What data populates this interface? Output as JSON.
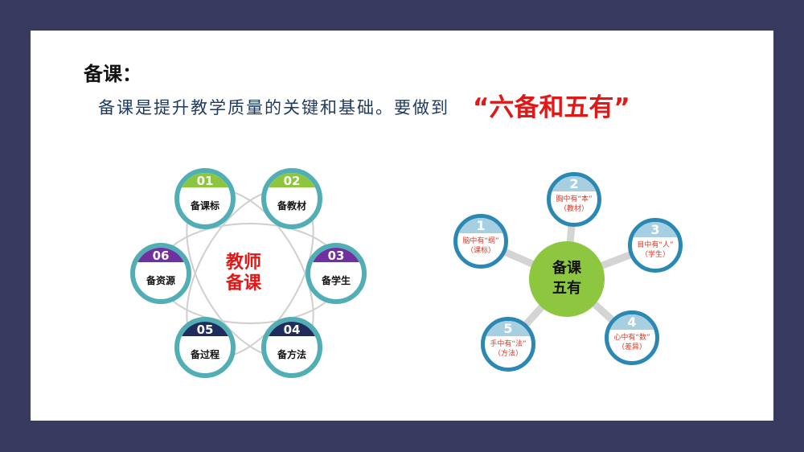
{
  "title": "备课：",
  "subtitle": "备课是提升教学质量的关键和基础。要做到",
  "highlight": "“六备和五有”",
  "left": {
    "center": [
      "教师",
      "备课"
    ],
    "items": [
      {
        "num": "01",
        "label": "备课标",
        "color": "#8cc63f"
      },
      {
        "num": "02",
        "label": "备教材",
        "color": "#8cc63f"
      },
      {
        "num": "03",
        "label": "备学生",
        "color": "#7030a0"
      },
      {
        "num": "04",
        "label": "备方法",
        "color": "#1f2d5e"
      },
      {
        "num": "05",
        "label": "备过程",
        "color": "#1f2d5e"
      },
      {
        "num": "06",
        "label": "备资源",
        "color": "#7030a0"
      }
    ]
  },
  "right": {
    "center": [
      "备课",
      "五有"
    ],
    "items": [
      {
        "num": "1",
        "line1": "脑中有“纲”",
        "line2": "（课标）"
      },
      {
        "num": "2",
        "line1": "胸中有“本”",
        "line2": "（教材）"
      },
      {
        "num": "3",
        "line1": "目中有“人”",
        "line2": "（学生）"
      },
      {
        "num": "4",
        "line1": "心中有“数”",
        "line2": "（差异）"
      },
      {
        "num": "5",
        "line1": "手中有“法”",
        "line2": "（方法）"
      }
    ]
  }
}
